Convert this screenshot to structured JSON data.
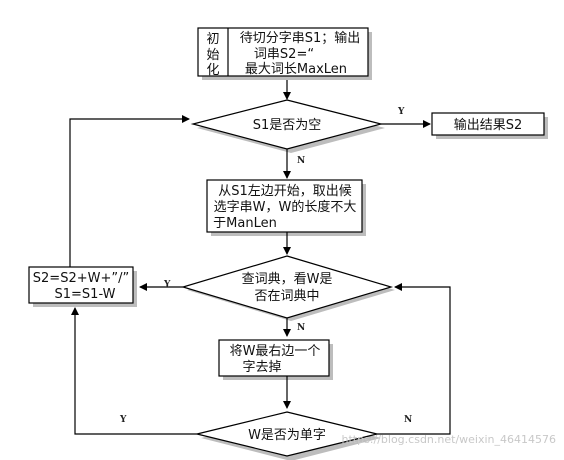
{
  "diagram": {
    "init_label": [
      "初",
      "始",
      "化"
    ],
    "init_lines": [
      "待切分字串S1；输出",
      "词串S2=“",
      "最大词长MaxLen"
    ],
    "decision_s1_empty": "S1是否为空",
    "output_result": "输出结果S2",
    "take_word_lines": [
      "从S1左边开始，取出候",
      "选字串W，W的长度不大",
      "于ManLen"
    ],
    "lookup_lines": [
      "查词典，看W是",
      "否在词典中"
    ],
    "update_lines": [
      "S2=S2+W+”/”",
      "S1=S1-W"
    ],
    "remove_char_lines": [
      "将W最右边一个",
      "字去掉"
    ],
    "single_char": "W是否为单字",
    "edge_labels": {
      "empty_yes": "Y",
      "empty_no": "N",
      "lookup_yes": "Y",
      "lookup_no": "N",
      "single_yes": "Y",
      "single_no": "N"
    },
    "watermark": "https://blog.csdn.net/weixin_46414576"
  }
}
